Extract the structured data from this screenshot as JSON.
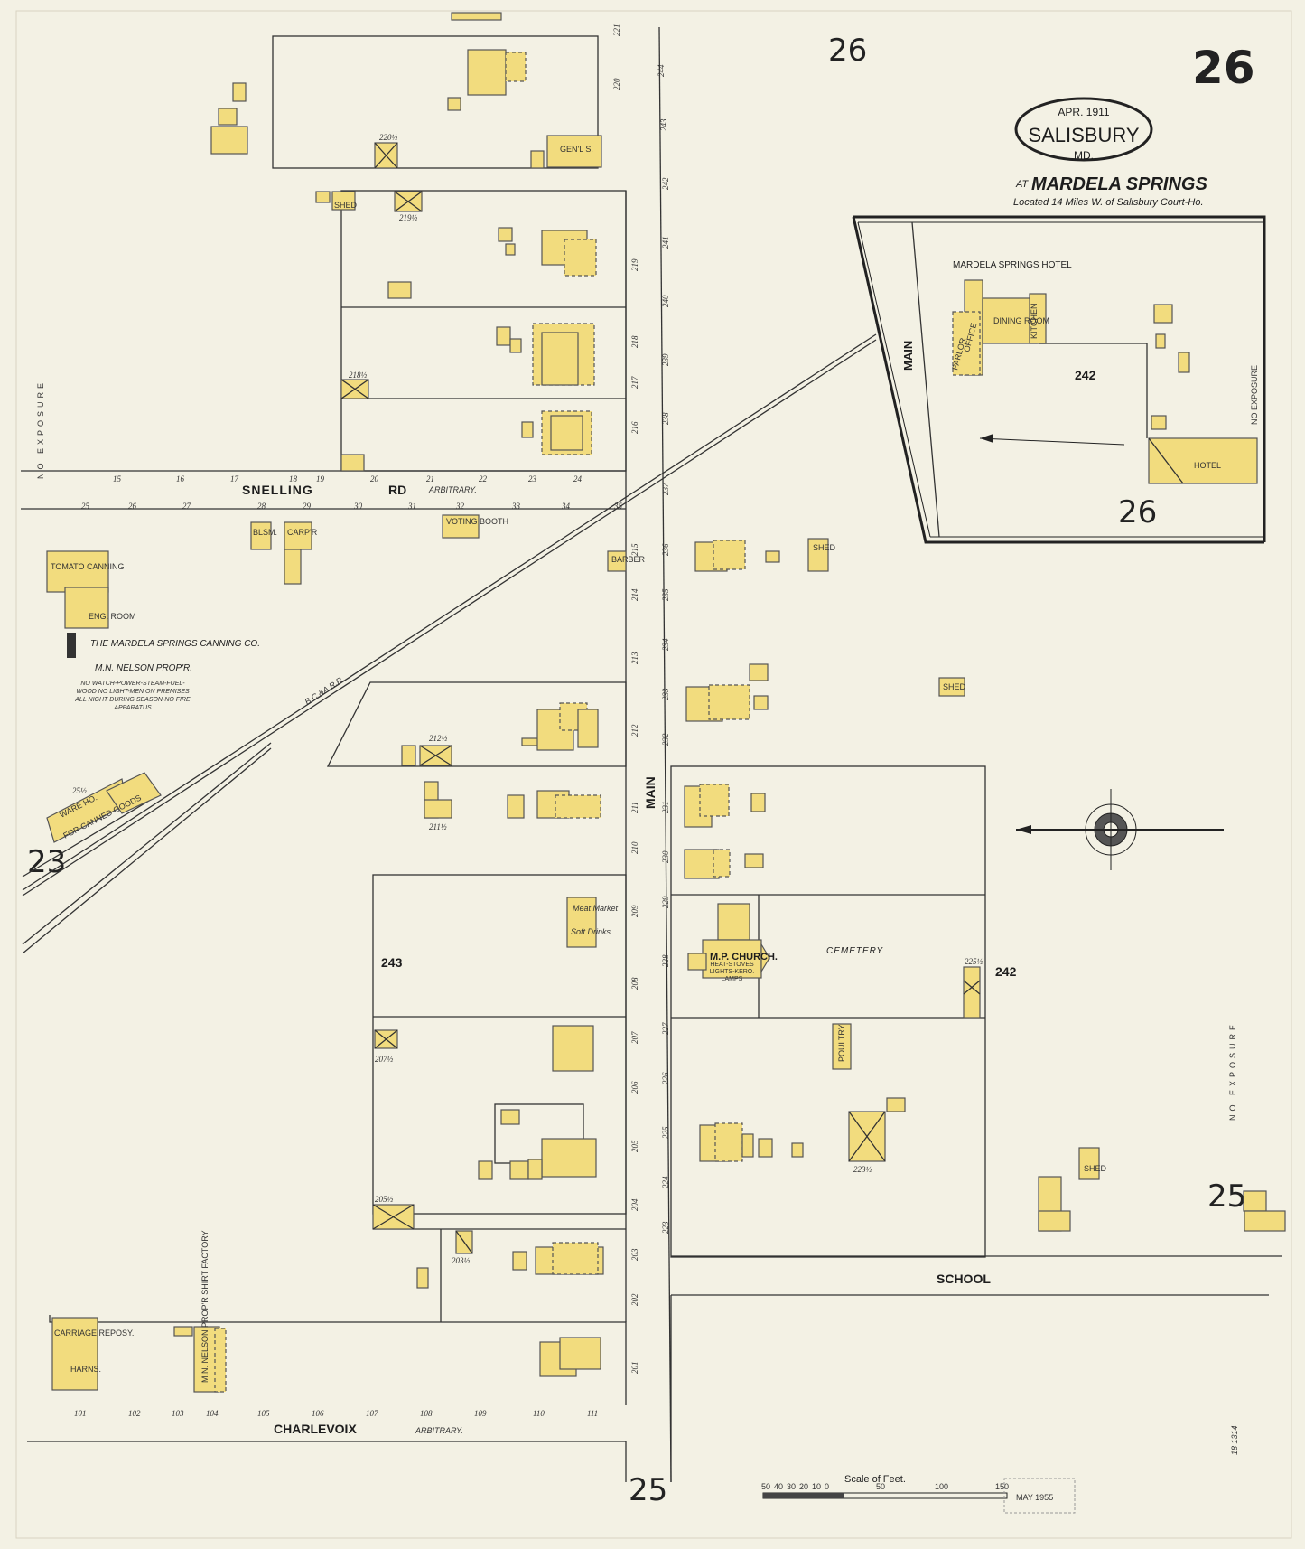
{
  "sheet": {
    "page_number": "26",
    "date": "APR. 1911",
    "city": "SALISBURY",
    "state": "MD.",
    "place": "MARDELA SPRINGS",
    "place_prefix": "AT",
    "location_note": "Located 14 Miles W. of Salisbury Court-Ho."
  },
  "adjoining_sheets": {
    "top": "26",
    "inset": "26",
    "left": "23",
    "bottom_right": "25",
    "bottom": "25"
  },
  "streets": {
    "snelling": "SNELLING",
    "rd": "RD",
    "arbitrary_1": "ARBITRARY.",
    "main_1": "MAIN",
    "main_2": "MAIN",
    "school": "SCHOOL",
    "charlevoix": "CHARLEVOIX",
    "arbitrary_2": "ARBITRARY.",
    "railroad": "B.C.&A.R.R."
  },
  "blocks": {
    "b243": "243",
    "b242a": "242",
    "b242b": "242"
  },
  "labels": {
    "hotel_title": "MARDELA SPRINGS HOTEL",
    "hotel": "HOTEL",
    "parlor": "PARLOR",
    "office": "OFFICE",
    "dining": "DINING ROOM",
    "kitchen": "KITCHEN",
    "cemetery": "CEMETERY",
    "church": "M.P. CHURCH.",
    "church_note": "HEAT-STOVES LIGHTS-KERO. LAMPS",
    "meat_market": "Meat Market",
    "soft_drinks": "Soft Drinks",
    "poultry": "POULTRY",
    "voting_booth": "VOTING BOOTH",
    "carpr": "CARP'R",
    "blsm": "BLSM.",
    "barber": "BARBER",
    "genl_s": "GEN'L S.",
    "shed1": "SHED",
    "shed2": "SHED",
    "shed3": "SHED",
    "shed4": "SHED",
    "carriage": "CARRIAGE REPOSY.",
    "harness": "HARNS.",
    "warehouse": "WARE HO.",
    "warehouse2": "FOR CANNED GOODS",
    "tomato": "TOMATO CANNING",
    "engine": "ENG. ROOM",
    "cannery_name": "THE MARDELA SPRINGS CANNING CO.",
    "cannery_owner": "M.N. NELSON PROP'R.",
    "cannery_note": "NO WATCH-POWER-STEAM-FUEL-WOOD NO LIGHT-MEN ON PREMISES ALL NIGHT DURING SEASON-NO FIRE APPARATUS",
    "nelson_shirt": "M.N. NELSON PROP'R SHIRT FACTORY",
    "no_exposure": "NO EXPOSURE"
  },
  "lot_numbers": {
    "top_row": [
      "15",
      "16",
      "17",
      "18",
      "19",
      "20",
      "21",
      "22",
      "23",
      "24"
    ],
    "snelling_row": [
      "25",
      "26",
      "27",
      "28",
      "29",
      "30",
      "31",
      "32",
      "33",
      "34",
      "35"
    ],
    "charlevoix_row": [
      "101",
      "102",
      "103",
      "104",
      "105",
      "106",
      "107",
      "108",
      "109",
      "110",
      "111"
    ],
    "main_west": [
      "221",
      "220",
      "219",
      "218",
      "217",
      "216",
      "215",
      "214",
      "213",
      "212",
      "211",
      "210",
      "209",
      "208",
      "207",
      "206",
      "205",
      "204",
      "203",
      "202",
      "201"
    ],
    "main_east": [
      "244",
      "243",
      "242",
      "241",
      "240",
      "239",
      "238",
      "237",
      "236",
      "235",
      "234",
      "233",
      "232",
      "231",
      "230",
      "229",
      "228",
      "227",
      "226",
      "225",
      "224",
      "223"
    ],
    "special": [
      "220½",
      "219½",
      "218½",
      "212½",
      "211½",
      "207½",
      "205½",
      "203½",
      "223½",
      "225½",
      "25½"
    ]
  },
  "scale": {
    "title": "Scale of Feet.",
    "ticks": [
      "50",
      "40",
      "30",
      "20",
      "10",
      "0",
      "50",
      "100",
      "150"
    ]
  },
  "stamp": "MAY 1955",
  "corner_note": "18 1314"
}
